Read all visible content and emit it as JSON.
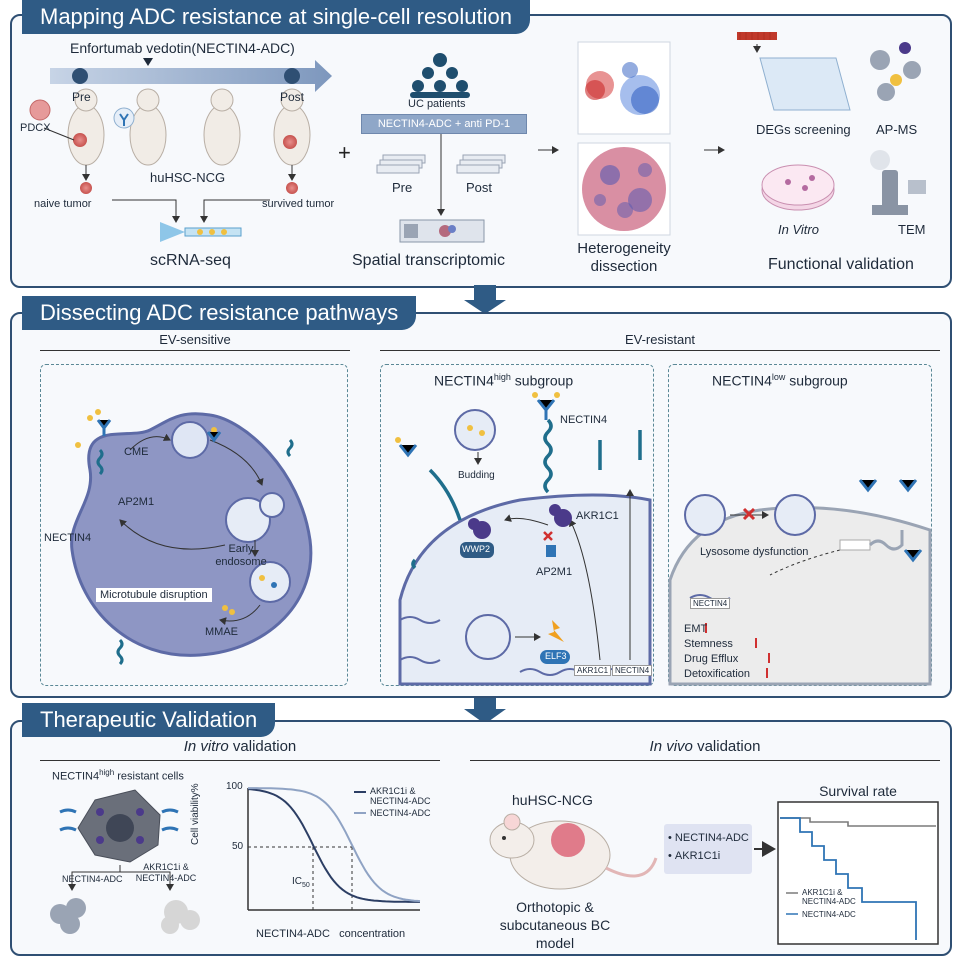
{
  "section1": {
    "title": "Mapping ADC resistance at single-cell resolution",
    "drug": "Enfortumab vedotin(NECTIN4-ADC)",
    "pre": "Pre",
    "post": "Post",
    "pdcx": "PDCX",
    "mouse_model": "huHSC-NCG",
    "naive": "naive tumor",
    "survived": "survived tumor",
    "scrna": "scRNA-seq",
    "uc_patients": "UC patients",
    "treatment": "NECTIN4-ADC + anti PD-1",
    "slide_pre": "Pre",
    "slide_post": "Post",
    "spatial": "Spatial transcriptomic",
    "heterogeneity": "Heterogeneity\ndissection",
    "degs": "DEGs screening",
    "apms": "AP-MS",
    "invitro": "In Vitro",
    "tem": "TEM",
    "functional": "Functional validation"
  },
  "section2": {
    "title": "Dissecting ADC resistance pathways",
    "ev_sensitive": "EV-sensitive",
    "ev_resistant": "EV-resistant",
    "high_subgroup": "NECTIN4",
    "high_sup": "high",
    "high_tail": " subgroup",
    "low_subgroup": "NECTIN4",
    "low_sup": "low",
    "low_tail": " subgroup",
    "cme": "CME",
    "ap2m1": "AP2M1",
    "nectin4": "NECTIN4",
    "early_endo": "Early\nendosome",
    "microtubule": "Microtubule disruption",
    "mmae": "MMAE",
    "budding": "Budding",
    "nectin4_high": "NECTIN4",
    "akr1c1": "AKR1C1",
    "wwp2": "WWP2",
    "ap2m1_high": "AP2M1",
    "elf3": "ELF3",
    "gene_akr": "AKR1C1",
    "gene_nec": "NECTIN4",
    "lysosome": "Lysosome dysfunction",
    "nectin4_low_gene": "NECTIN4",
    "emt": "EMT",
    "stemness": "Stemness",
    "efflux": "Drug Efflux",
    "detox": "Detoxification"
  },
  "section3": {
    "title": "Therapeutic Validation",
    "invitro_it": "In vitro",
    "invitro_rest": " validation",
    "invivo_it": "In vivo",
    "invivo_rest": " validation",
    "cells_label": "NECTIN4",
    "cells_sup": "high",
    "cells_tail": " resistant cells",
    "left_treat": "NECTIN4-ADC",
    "right_treat": "AKR1C1i &\nNECTIN4-ADC",
    "mouse_model": "huHSC-NCG",
    "bc_model": "Orthotopic &\nsubcutaneous BC model",
    "drug1": "NECTIN4-ADC",
    "drug2": "AKR1C1i",
    "survival_title": "Survival rate"
  },
  "chart_data": [
    {
      "type": "line",
      "title": "",
      "xlabel": "NECTIN4-ADC   concentration",
      "ylabel": "Cell viability%",
      "yticks": [
        "100",
        "50"
      ],
      "ic50": "IC",
      "ic50_sub": "50",
      "series": [
        {
          "name": "AKR1C1i &\nNECTIN4-ADC",
          "color": "#2c3e64"
        },
        {
          "name": "NECTIN4-ADC",
          "color": "#8fa3c4"
        }
      ]
    },
    {
      "type": "line",
      "title": "Survival rate",
      "series": [
        {
          "name": "AKR1C1i &\nNECTIN4-ADC",
          "color": "#7a7a7a"
        },
        {
          "name": "NECTIN4-ADC",
          "color": "#2f74b5"
        }
      ]
    }
  ],
  "colors": {
    "accent": "#2f5b85",
    "cell": "#8e96c4",
    "purple": "#4b3a8a"
  }
}
